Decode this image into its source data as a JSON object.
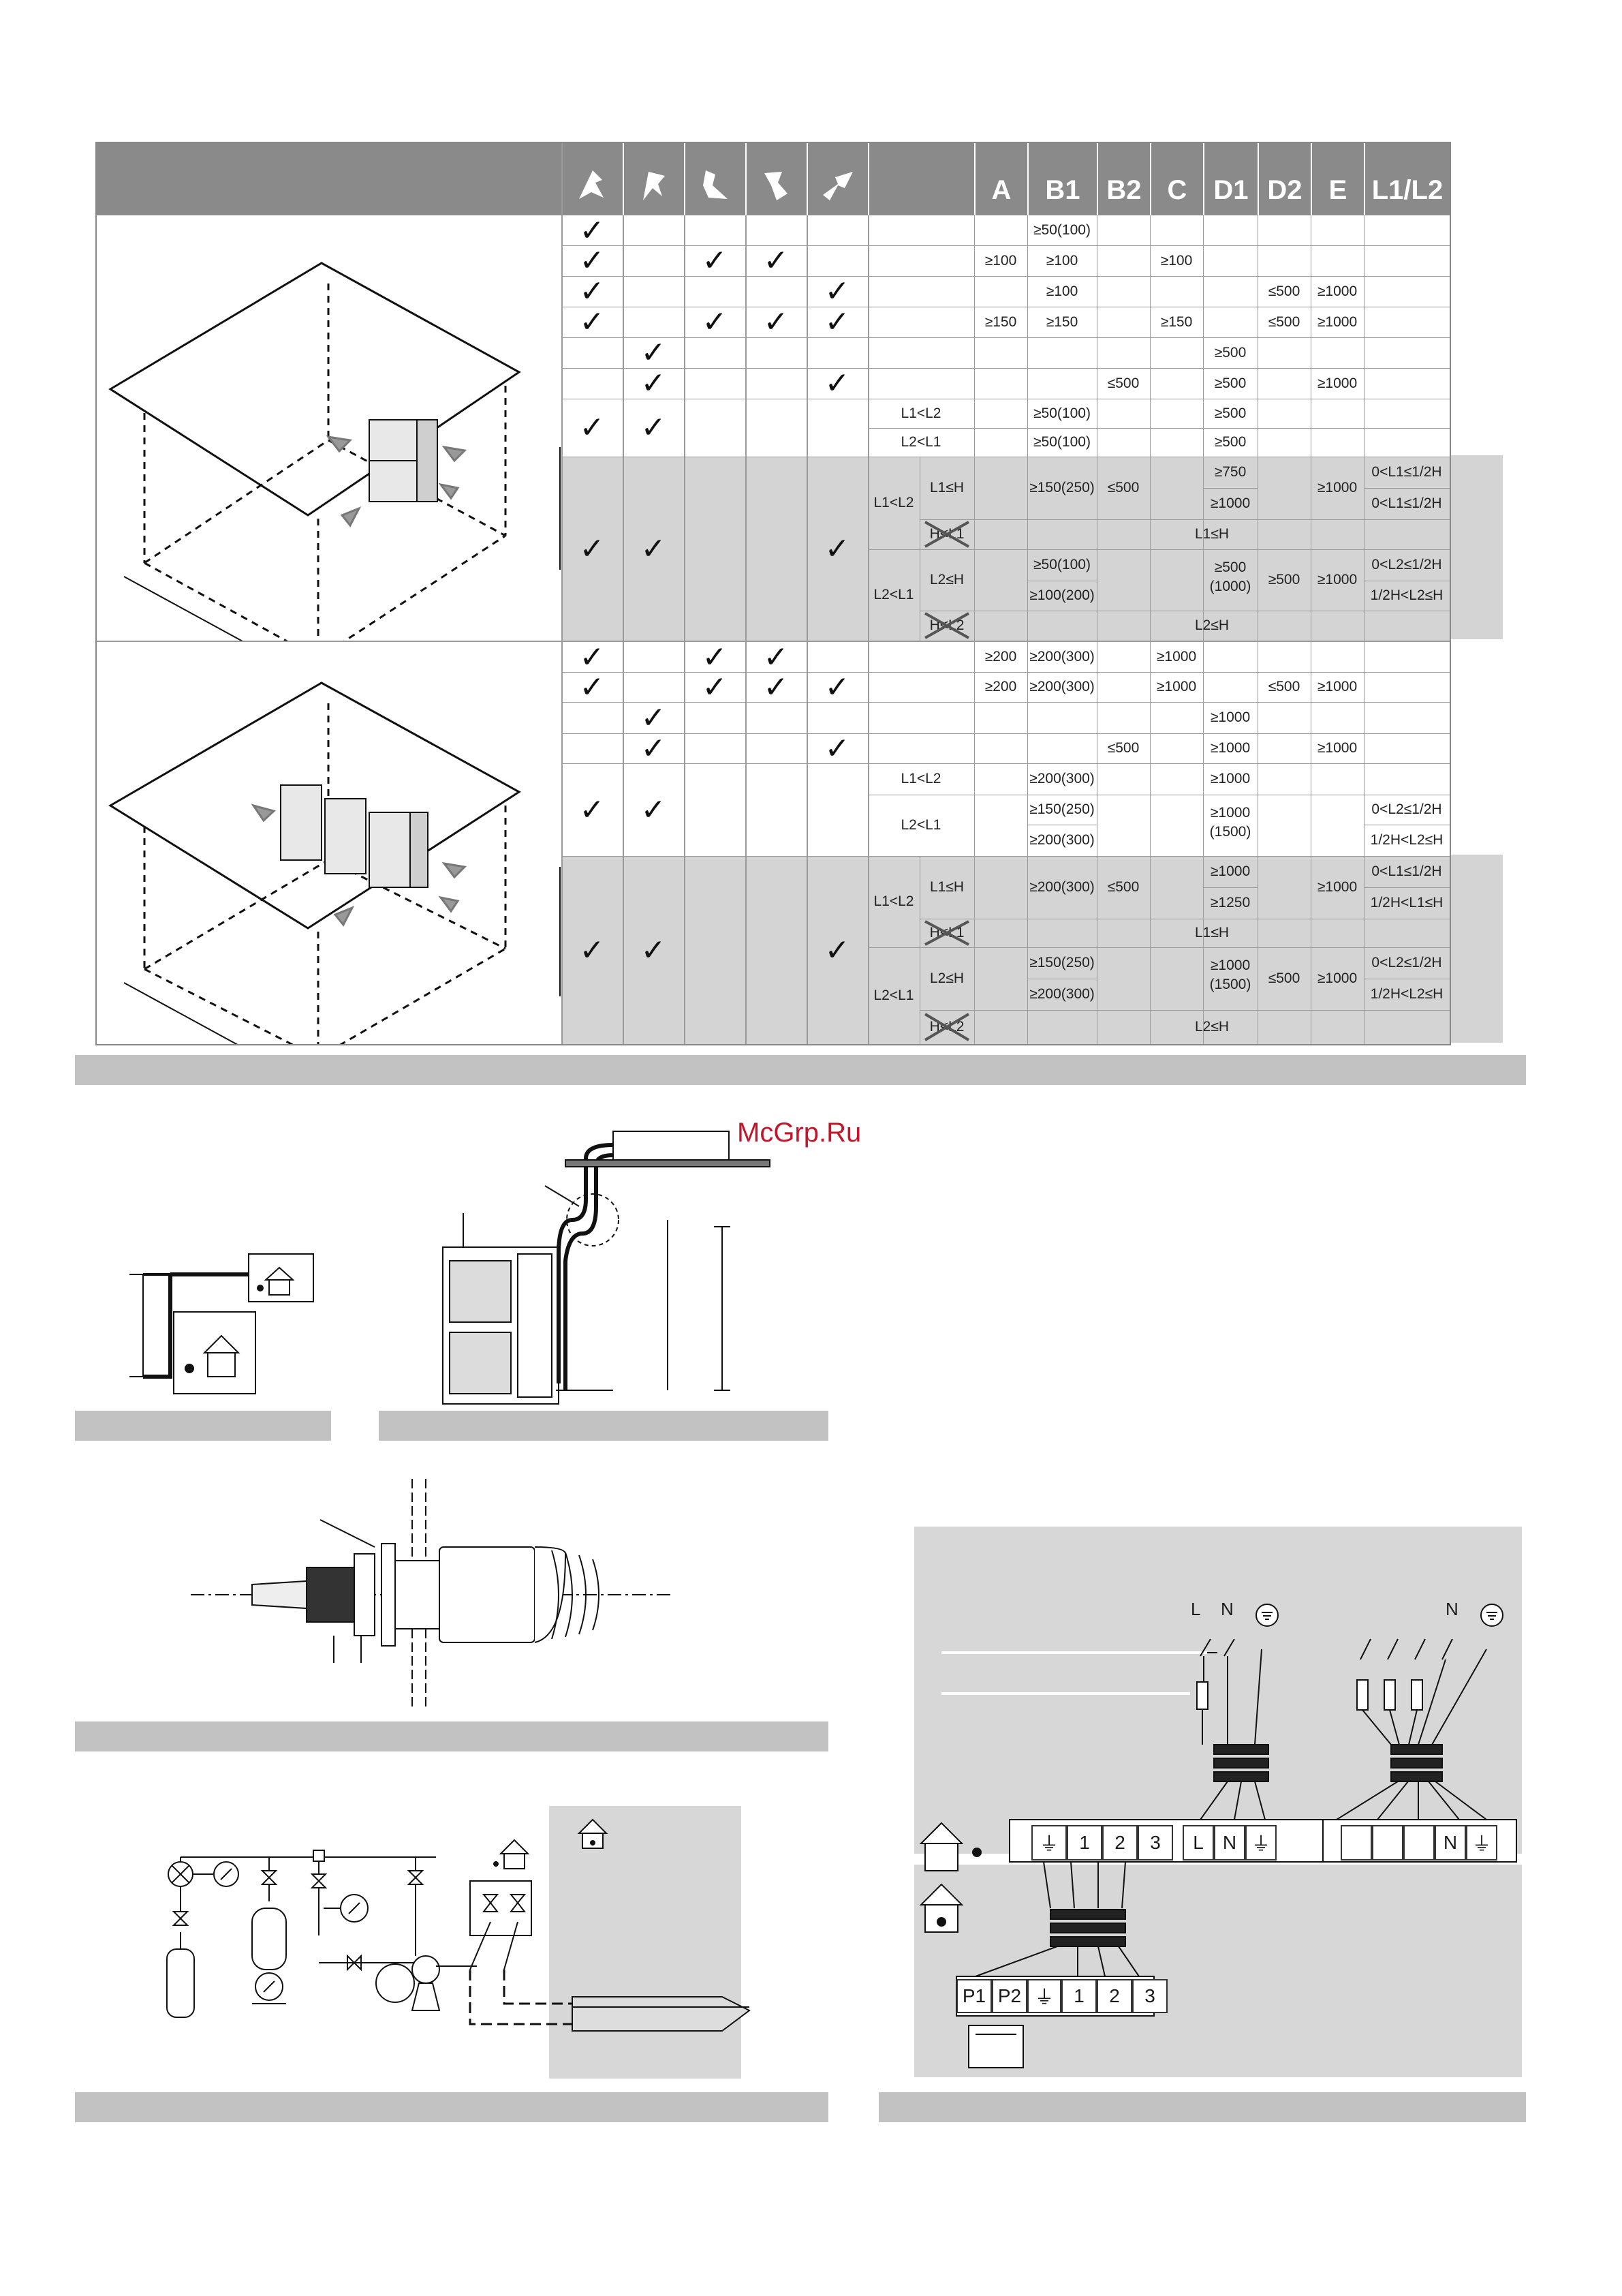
{
  "header": {
    "columns": [
      "A",
      "B1",
      "B2",
      "C",
      "D1",
      "D2",
      "E",
      "L1/L2"
    ],
    "direction_icons": [
      "airflow-direction-1-icon",
      "airflow-direction-2-icon",
      "airflow-direction-3-icon",
      "airflow-direction-4-icon",
      "airflow-direction-5-icon"
    ]
  },
  "check_symbol": "✓",
  "single_unit_rows": [
    {
      "B1": "≥50(100)"
    },
    {
      "A": "≥100",
      "B1": "≥100",
      "C": "≥100"
    },
    {
      "B1": "≥100",
      "D2": "≤500",
      "E": "≥1000"
    },
    {
      "A": "≥150",
      "B1": "≥150",
      "C": "≥150",
      "D2": "≤500",
      "E": "≥1000"
    },
    {
      "D1": "≥500"
    },
    {
      "B2": "≤500",
      "D1": "≥500",
      "E": "≥1000"
    },
    {
      "cond": "L1<L2",
      "B1": "≥50(100)",
      "D1": "≥500"
    },
    {
      "cond": "L2<L1",
      "B1": "≥50(100)",
      "D1": "≥500"
    },
    {
      "cond1": "L1<L2",
      "cond2": "L1≤H",
      "B1": "≥150(250)",
      "B2": "≤500",
      "D1a": "≥750",
      "D1b": "≥1000",
      "E": "≥1000",
      "L1a": "0<L1≤1/2H",
      "L1b": "0<L1≤1/2H"
    },
    {
      "cond2": "H<L1",
      "span": "L1≤H"
    },
    {
      "cond1": "L2<L1",
      "cond2": "L2≤H",
      "B1a": "≥50(100)",
      "B1b": "≥100(200)",
      "D1": "≥500",
      "D1sub": "(1000)",
      "D2": "≥500",
      "E": "≥1000",
      "La": "0<L2≤1/2H",
      "Lb": "1/2H<L2≤H"
    },
    {
      "cond2": "H<L2",
      "span": "L2≤H"
    }
  ],
  "multi_unit_rows": [
    {
      "A": "≥200",
      "B1": "≥200(300)",
      "C": "≥1000"
    },
    {
      "A": "≥200",
      "B1": "≥200(300)",
      "C": "≥1000",
      "D2": "≤500",
      "E": "≥1000"
    },
    {
      "D1": "≥1000"
    },
    {
      "B2": "≤500",
      "D1": "≥1000",
      "E": "≥1000"
    },
    {
      "cond": "L1<L2",
      "B1": "≥200(300)",
      "D1": "≥1000"
    },
    {
      "cond": "L2<L1",
      "B1a": "≥150(250)",
      "B1b": "≥200(300)",
      "D1": "≥1000",
      "D1sub": "(1500)",
      "La": "0<L2≤1/2H",
      "Lb": "1/2H<L2≤H"
    },
    {
      "cond1": "L1<L2",
      "cond2": "L1≤H",
      "B1": "≥200(300)",
      "B2": "≤500",
      "D1a": "≥1000",
      "D1b": "≥1250",
      "E": "≥1000",
      "La": "0<L1≤1/2H",
      "Lb": "1/2H<L1≤H"
    },
    {
      "cond2": "H<L1",
      "span": "L1≤H"
    },
    {
      "cond1": "L2<L1",
      "cond2": "L2≤H",
      "B1a": "≥150(250)",
      "B1b": "≥200(300)",
      "D1": "≥1000",
      "D1sub": "(1500)",
      "D2": "≤500",
      "E": "≥1000",
      "La": "0<L2≤1/2H",
      "Lb": "1/2H<L2≤H"
    },
    {
      "cond2": "H<L2",
      "span": "L2≤H"
    }
  ],
  "watermark": "McGrp.Ru",
  "wiring": {
    "top_labels": [
      "L",
      "N"
    ],
    "right_labels": [
      "N"
    ],
    "terminal_block_1": [
      "1",
      "2",
      "3"
    ],
    "terminal_block_2": [
      "L",
      "N"
    ],
    "terminal_block_3": [
      "N"
    ],
    "remote_terminals": [
      "P1",
      "P2",
      "1",
      "2",
      "3"
    ]
  }
}
